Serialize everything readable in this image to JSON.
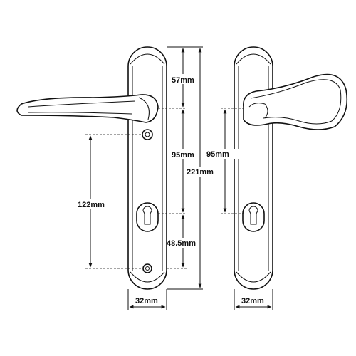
{
  "left_view": {
    "dim_top": "57mm",
    "dim_handle_to_lock": "95mm",
    "dim_overall": "221mm",
    "dim_spindle_to_screw": "122mm",
    "dim_lock_to_bottom": "48.5mm",
    "dim_width": "32mm"
  },
  "right_view": {
    "dim_handle_to_lock": "95mm",
    "dim_width": "32mm"
  }
}
